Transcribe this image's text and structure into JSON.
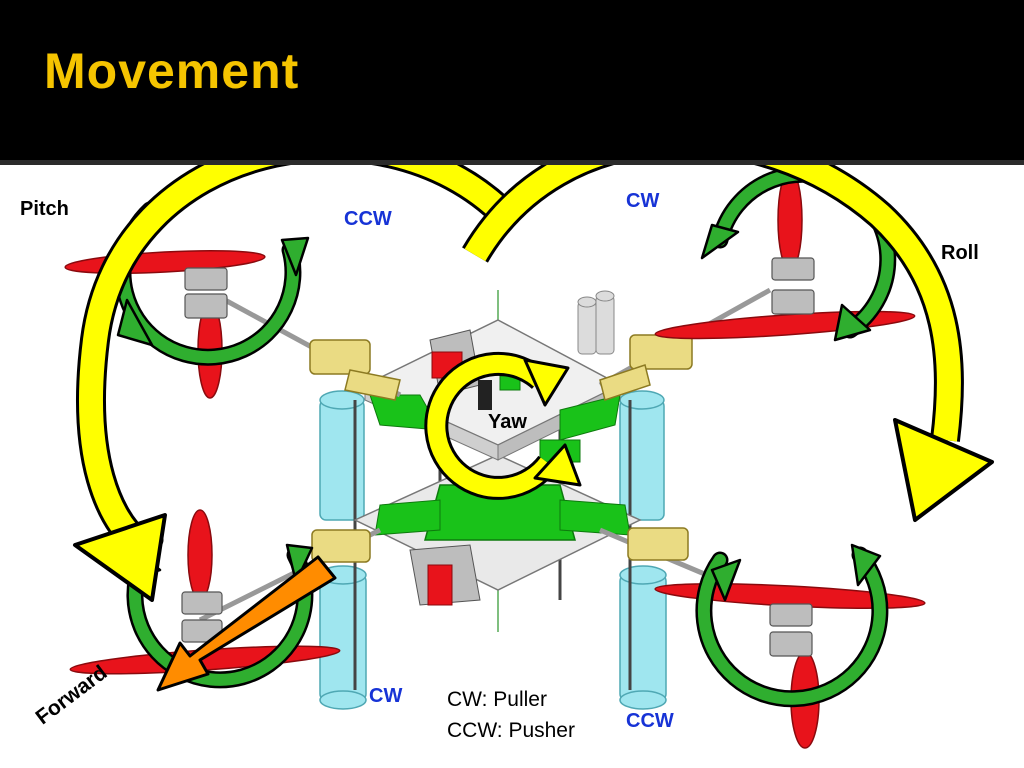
{
  "slide": {
    "title": "Movement"
  },
  "labels": {
    "pitch": "Pitch",
    "roll": "Roll",
    "yaw": "Yaw",
    "forward": "Forward",
    "ccw_top_left": "CCW",
    "cw_top_right": "CW",
    "cw_bottom_left": "CW",
    "ccw_bottom_right": "CCW"
  },
  "legend": {
    "cw": "CW:  Puller",
    "ccw": "CCW:  Pusher"
  },
  "colors": {
    "header_bg": "#000000",
    "title": "#f5c400",
    "rotation_label": "#1733d6",
    "yellow_arrow": "#ffff00",
    "green_arrow": "#2fae2f",
    "orange_arrow": "#ff8c00",
    "propeller": "#e8131b",
    "frame_green": "#19c219",
    "leg_cyan": "#9fe6ef"
  },
  "icons": [
    "yellow-curved-arrow",
    "green-circular-arrow",
    "orange-straight-arrow",
    "propeller",
    "motor"
  ]
}
